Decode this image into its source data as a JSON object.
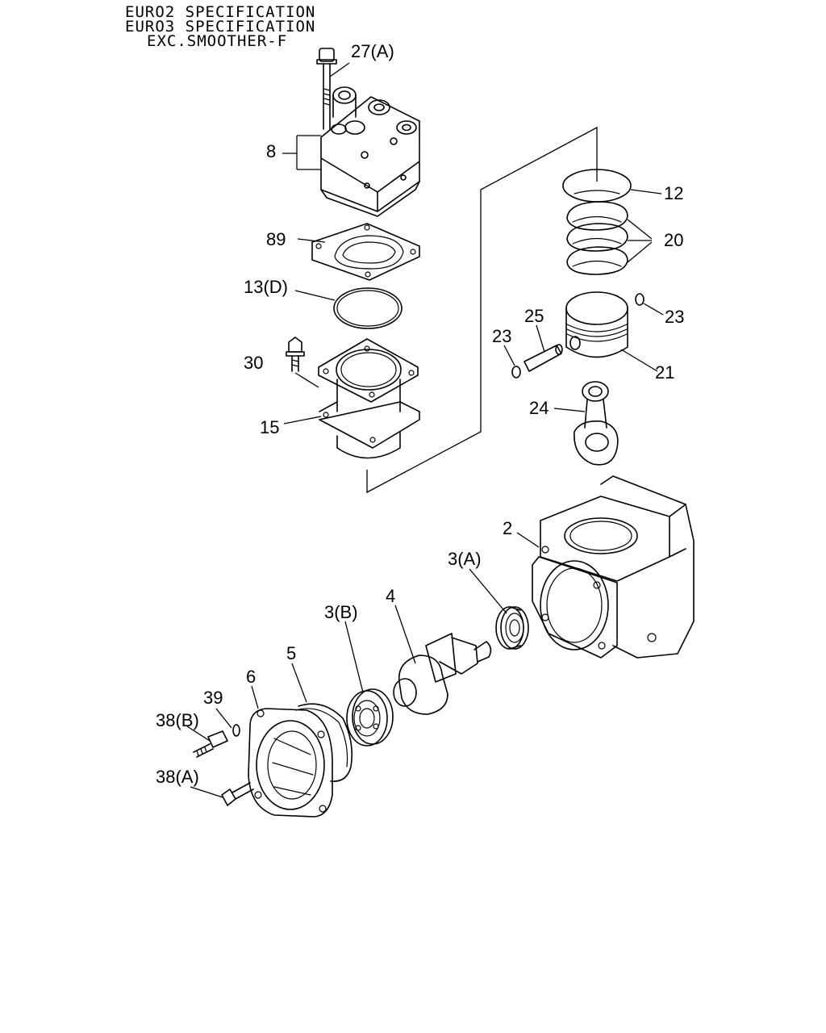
{
  "header": {
    "line1": "EURO2 SPECIFICATION",
    "line2": "EURO3 SPECIFICATION",
    "line3": "EXC.SMOOTHER-F"
  },
  "labels": {
    "p27a": "27(A)",
    "p8": "8",
    "p12": "12",
    "p20": "20",
    "p89": "89",
    "p13d": "13(D)",
    "p23_right": "23",
    "p25": "25",
    "p23_left": "23",
    "p21": "21",
    "p30": "30",
    "p24": "24",
    "p15": "15",
    "p2": "2",
    "p3a": "3(A)",
    "p4": "4",
    "p3b": "3(B)",
    "p5": "5",
    "p6": "6",
    "p39": "39",
    "p38b": "38(B)",
    "p38a": "38(A)"
  }
}
